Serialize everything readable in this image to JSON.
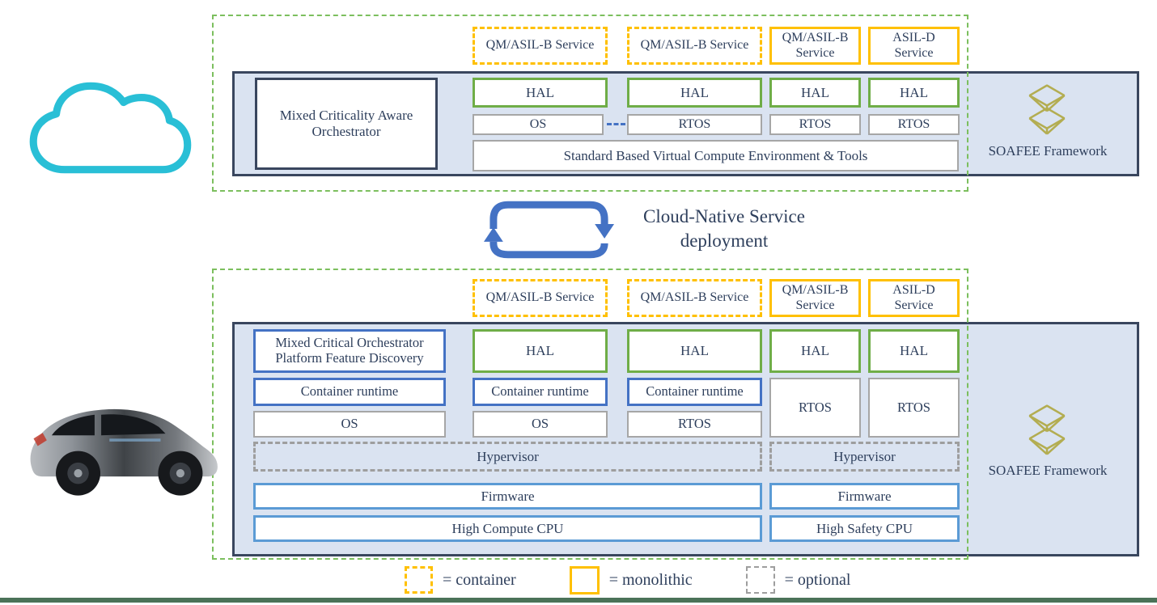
{
  "palette": {
    "navy_text": "#2e3f5c",
    "dark_border": "#39465e",
    "panel_fill": "#dae3f1",
    "green": "#6fad47",
    "green_dashed_outline": "#7cbf5e",
    "orange": "#ffc000",
    "gray": "#a6a6a6",
    "blue": "#4472c4",
    "light_blue": "#5b9bd5",
    "cloud_cyan": "#29bfd6",
    "logo_olive": "#b3ad51",
    "bottom_bar_green": "#4b7258"
  },
  "top_diagram": {
    "services": [
      {
        "label": "QM/ASIL-B Service",
        "style": "container"
      },
      {
        "label": "QM/ASIL-B Service",
        "style": "container"
      },
      {
        "label": "QM/ASIL-B Service",
        "style": "monolithic"
      },
      {
        "label": "ASIL-D Service",
        "style": "monolithic"
      }
    ],
    "orchestrator": "Mixed Criticality Aware Orchestrator",
    "columns": [
      {
        "hal": "HAL",
        "os": "OS"
      },
      {
        "hal": "HAL",
        "os": "RTOS"
      },
      {
        "hal": "HAL",
        "os": "RTOS"
      },
      {
        "hal": "HAL",
        "os": "RTOS"
      }
    ],
    "standard_env": "Standard Based Virtual Compute Environment & Tools",
    "framework_label": "SOAFEE Framework"
  },
  "deployment": {
    "line1": "Cloud-Native Service",
    "line2": "deployment"
  },
  "bottom_diagram": {
    "services": [
      {
        "label": "QM/ASIL-B Service",
        "style": "container"
      },
      {
        "label": "QM/ASIL-B Service",
        "style": "container"
      },
      {
        "label": "QM/ASIL-B Service",
        "style": "monolithic"
      },
      {
        "label": "ASIL-D Service",
        "style": "monolithic"
      }
    ],
    "orchestrator": "Mixed Critical Orchestrator Platform Feature Discovery",
    "runtime_columns": [
      {
        "runtime": "Container runtime",
        "os": "OS"
      },
      {
        "hal": "HAL",
        "runtime": "Container runtime",
        "os": "OS"
      },
      {
        "hal": "HAL",
        "runtime": "Container runtime",
        "os": "RTOS"
      }
    ],
    "rtos_columns": [
      {
        "hal": "HAL",
        "rtos": "RTOS"
      },
      {
        "hal": "HAL",
        "rtos": "RTOS"
      }
    ],
    "hypervisor_left": "Hypervisor",
    "hypervisor_right": "Hypervisor",
    "firmware_left": "Firmware",
    "firmware_right": "Firmware",
    "cpu_left": "High Compute CPU",
    "cpu_right": "High Safety CPU",
    "framework_label": "SOAFEE Framework"
  },
  "legend": [
    {
      "label": "= container",
      "swatch": "orange-dashed"
    },
    {
      "label": "= monolithic",
      "swatch": "orange-solid"
    },
    {
      "label": "= optional",
      "swatch": "gray-dashed"
    }
  ]
}
